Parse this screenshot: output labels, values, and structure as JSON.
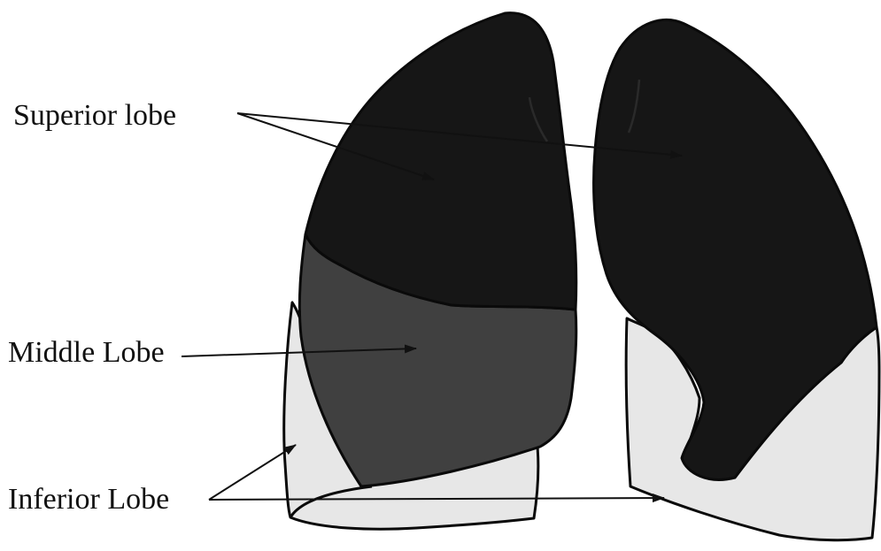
{
  "labels": {
    "superior": "Superior lobe",
    "middle": "Middle Lobe",
    "inferior": "Inferior Lobe"
  },
  "colors": {
    "superior_lobe": "#161616",
    "middle_lobe": "#404040",
    "inferior_lobe": "#e7e7e7",
    "outline": "#0a0a0a",
    "background": "#ffffff"
  }
}
